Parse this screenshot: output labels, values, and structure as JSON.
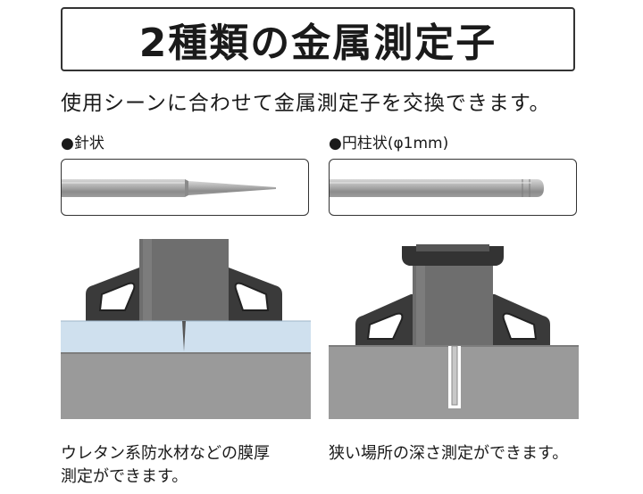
{
  "title": "2種類の金属測定子",
  "subtitle": "使用シーンに合わせて金属測定子を交換できます。",
  "probes": [
    {
      "label": "●針状",
      "caption_lines": [
        "ウレタン系防水材などの膜厚",
        "測定ができます。"
      ]
    },
    {
      "label": "●円柱状(φ1mm)",
      "caption_lines": [
        "狭い場所の深さ測定ができます。"
      ]
    }
  ],
  "colors": {
    "border": "#333333",
    "probe_metal": "#a9a9a9",
    "gauge_body": "#6e6e6e",
    "gauge_foot": "#3a3a3a",
    "coating": "#cfe0ee",
    "surface": "#9a9a9a"
  }
}
